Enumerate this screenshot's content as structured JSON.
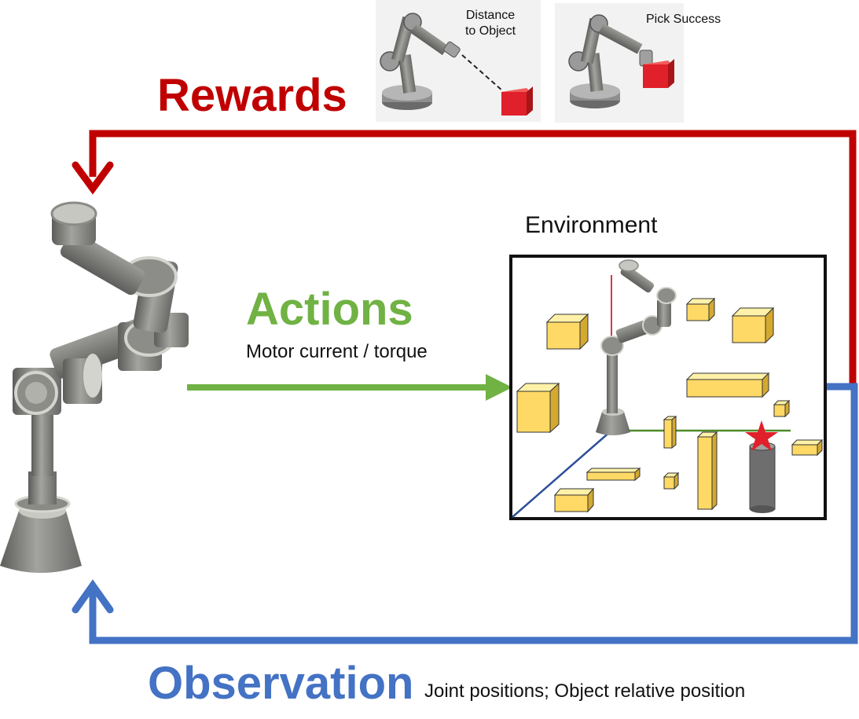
{
  "rewards": {
    "title": "Rewards",
    "title_color": "#c00000",
    "examples": [
      {
        "label": "Distance to Object"
      },
      {
        "label": "Pick Success"
      }
    ]
  },
  "actions": {
    "title": "Actions",
    "title_color": "#70b244",
    "subtitle": "Motor current / torque"
  },
  "observation": {
    "title": "Observation",
    "title_color": "#4472c4",
    "subtitle": "Joint positions; Object relative position"
  },
  "environment": {
    "label": "Environment",
    "object_color": "#ffd966",
    "target_color": "#e0202a"
  },
  "icons": {
    "agent": "robot-arm-icon",
    "target": "star-icon"
  }
}
